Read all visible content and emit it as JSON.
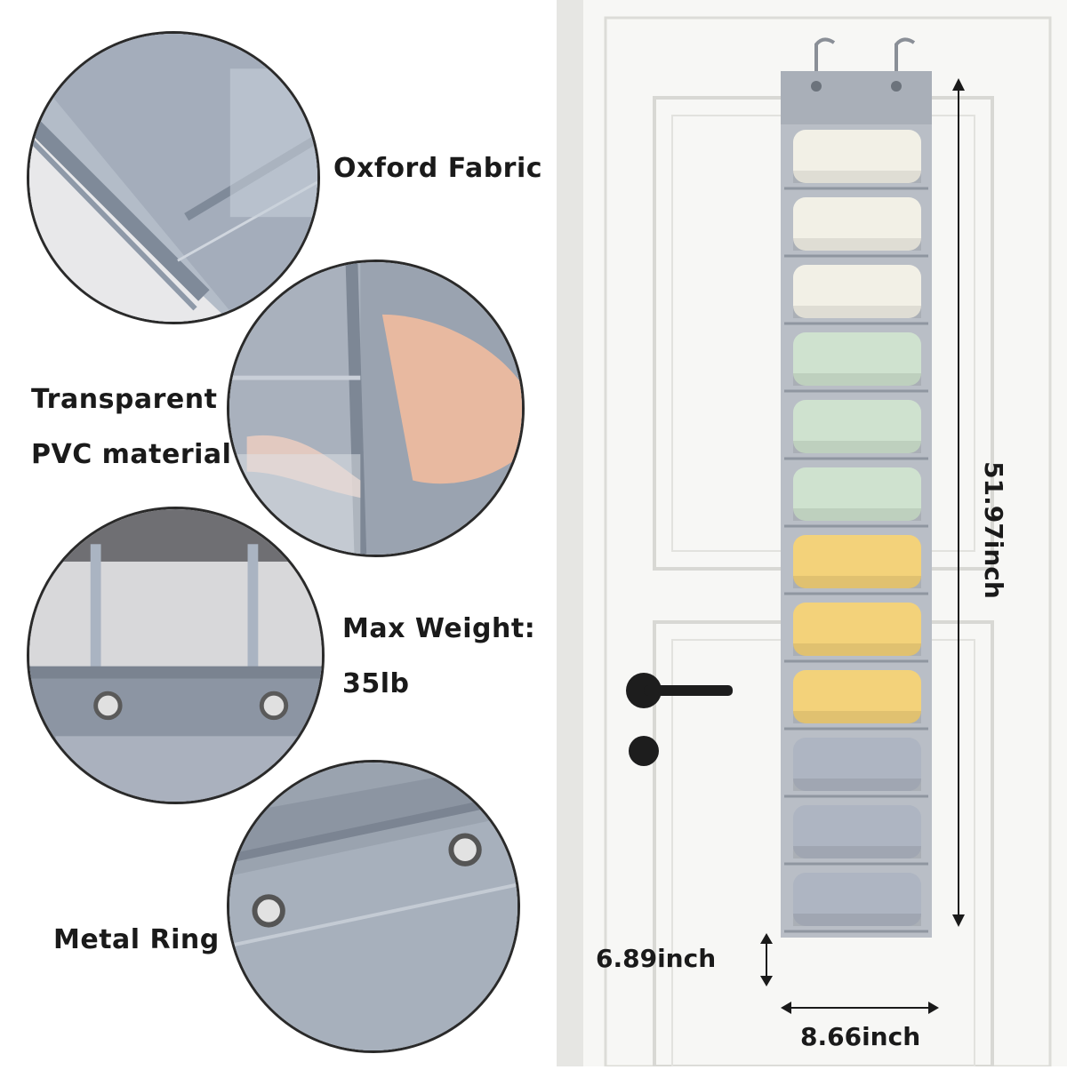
{
  "features": {
    "oxford": "Oxford Fabric",
    "pvc_line1": "Transparent",
    "pvc_line2": "PVC material",
    "weight_line1": "Max Weight:",
    "weight_line2": "35lb",
    "ring": "Metal Ring"
  },
  "dimensions": {
    "height": "51.97inch",
    "pocket": "6.89inch",
    "width": "8.66inch"
  },
  "pocket_colors": [
    "#f2f0e6",
    "#f2f0e6",
    "#f2f0e6",
    "#cfe2cf",
    "#cfe2cf",
    "#cfe2cf",
    "#f3d27a",
    "#f3d27a",
    "#f3d27a",
    "#aeb5c2",
    "#aeb5c2",
    "#aeb5c2"
  ]
}
